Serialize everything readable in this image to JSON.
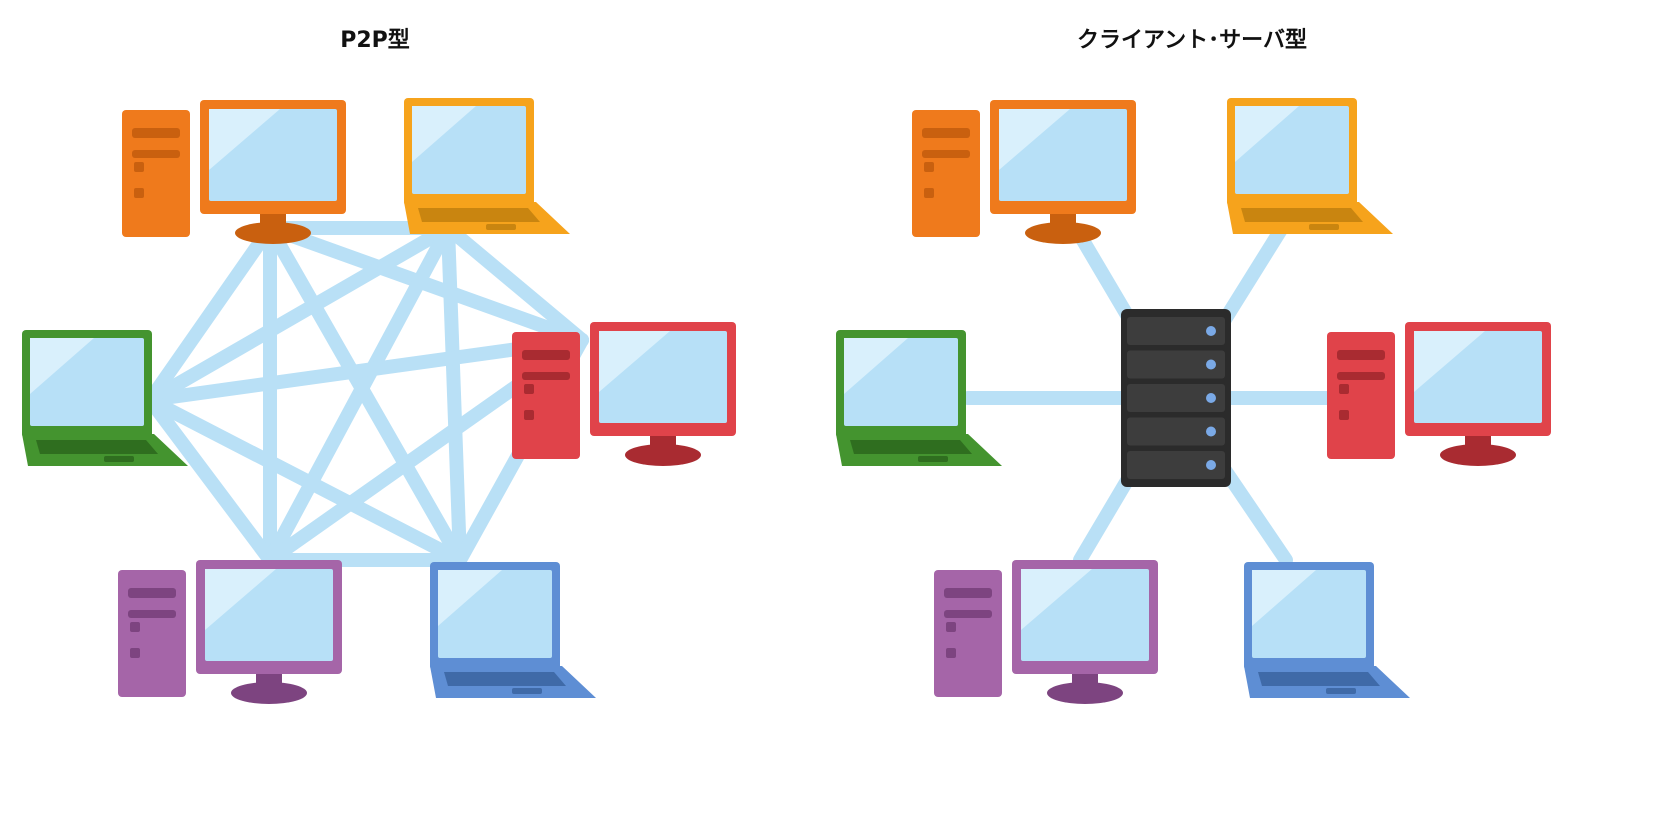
{
  "panels": {
    "p2p": {
      "title": "P2P型",
      "nodes": [
        {
          "kind": "desktop",
          "color": "#ef7a1c",
          "dark": "#c9600f"
        },
        {
          "kind": "laptop",
          "color": "#f6a31c",
          "dark": "#c98510"
        },
        {
          "kind": "laptop",
          "color": "#44942f",
          "dark": "#2f6e1f"
        },
        {
          "kind": "desktop",
          "color": "#e0434a",
          "dark": "#a92b31"
        },
        {
          "kind": "desktop",
          "color": "#a565a8",
          "dark": "#7d4480"
        },
        {
          "kind": "laptop",
          "color": "#5e8ed4",
          "dark": "#3f6aa8"
        }
      ],
      "topology": "mesh"
    },
    "client_server": {
      "title": "クライアント･サーバ型",
      "nodes": [
        {
          "kind": "desktop",
          "color": "#ef7a1c",
          "dark": "#c9600f"
        },
        {
          "kind": "laptop",
          "color": "#f6a31c",
          "dark": "#c98510"
        },
        {
          "kind": "laptop",
          "color": "#44942f",
          "dark": "#2f6e1f"
        },
        {
          "kind": "desktop",
          "color": "#e0434a",
          "dark": "#a92b31"
        },
        {
          "kind": "desktop",
          "color": "#a565a8",
          "dark": "#7d4480"
        },
        {
          "kind": "laptop",
          "color": "#5e8ed4",
          "dark": "#3f6aa8"
        }
      ],
      "server": {
        "color": "#3d3d3d",
        "light": "#7aa9e6"
      },
      "topology": "star"
    }
  },
  "colors": {
    "link": "#b9e0f6",
    "screen": "#b7e0f7",
    "screen_highlight": "#d9f0fc"
  }
}
